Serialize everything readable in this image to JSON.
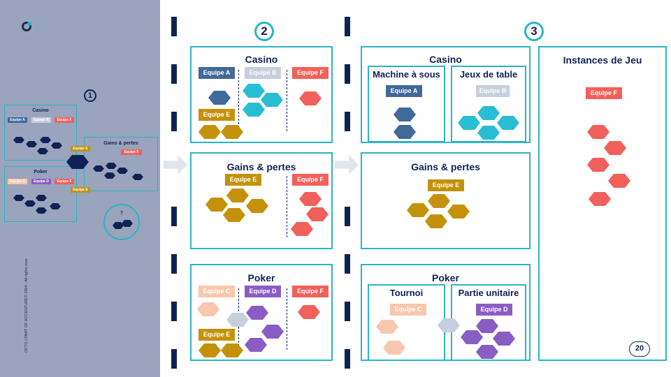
{
  "colors": {
    "teal": "#29b6c6",
    "navy": "#0f2254",
    "equipe_a": "#41699a",
    "equipe_b": "#c7cedd",
    "equipe_c": "#f9c7ad",
    "equipe_d": "#8a5dc4",
    "equipe_e": "#c4920a",
    "equipe_f": "#f2605c",
    "cyan": "#29bdd4"
  },
  "sidebar": {
    "step": "1",
    "casino_title": "Casino",
    "gains_title": "Gains & pertes",
    "poker_title": "Poker",
    "unknown": "?",
    "tags": {
      "a": "Equipe A",
      "b": "Equipe B",
      "f": "Equipe F",
      "e": "Equipe E",
      "c": "Equipe C",
      "d": "Equipe D"
    },
    "copyright": "OCTO | PART OF ACCENTURE© 2024 - All rights rese"
  },
  "col2": {
    "step": "2",
    "casino": {
      "title": "Casino",
      "tags": [
        "Equipe A",
        "Equipe B",
        "Equipe F",
        "Equipe E"
      ]
    },
    "gains": {
      "title": "Gains & pertes",
      "tags": [
        "Equipe E",
        "Equipe F"
      ]
    },
    "poker": {
      "title": "Poker",
      "tags": [
        "Equipe C",
        "Equipe D",
        "Equipe F",
        "Equipe E"
      ]
    }
  },
  "col3": {
    "step": "3",
    "casino": {
      "title": "Casino",
      "machine": {
        "title": "Machine à sous",
        "tag": "Equipe A"
      },
      "jeux": {
        "title": "Jeux de table",
        "tag": "Equipe B"
      }
    },
    "gains": {
      "title": "Gains & pertes",
      "tag": "Equipe E"
    },
    "poker": {
      "title": "Poker",
      "tournoi": {
        "title": "Tournoi",
        "tag": "Equipe C"
      },
      "partie": {
        "title": "Partie unitaire",
        "tag": "Equipe D"
      }
    }
  },
  "instances": {
    "title": "Instances de Jeu",
    "tag": "Equipe F"
  },
  "page_number": "20"
}
